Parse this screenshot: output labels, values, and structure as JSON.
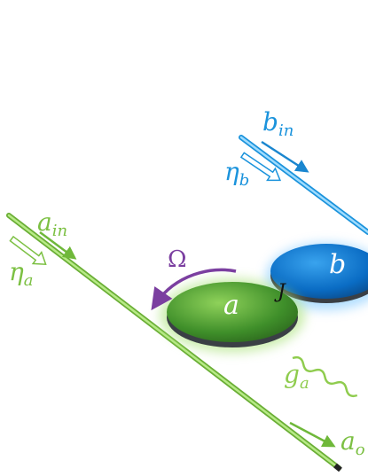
{
  "colors": {
    "green": "#8fcc4e",
    "green_dark": "#4e8a2a",
    "blue": "#29a6e8",
    "blue_dark": "#0f6fbf",
    "purple": "#7b3fa0",
    "black": "#111111"
  },
  "labels": {
    "a_in": {
      "main": "a",
      "sub": "in"
    },
    "eta_a": {
      "main": "η",
      "sub": "a"
    },
    "b_in": {
      "main": "b",
      "sub": "in"
    },
    "eta_b": {
      "main": "η",
      "sub": "b"
    },
    "omega": "Ω",
    "a": "a",
    "b": "b",
    "J": "J",
    "g_a": {
      "main": "g",
      "sub": "a"
    },
    "a_out": {
      "main": "a",
      "sub": "o"
    }
  }
}
